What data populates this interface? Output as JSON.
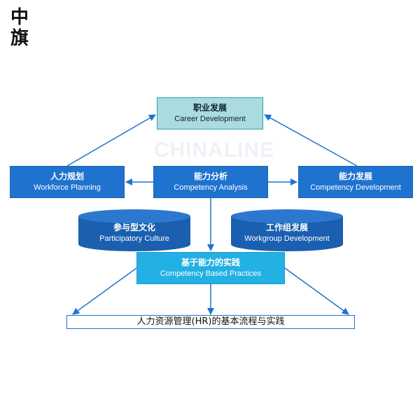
{
  "logo": {
    "char1": "中",
    "char2": "旗"
  },
  "watermark": {
    "text": "CHINALINE"
  },
  "nodes": {
    "career": {
      "zh": "职业发展",
      "en": "Career Development"
    },
    "workforce": {
      "zh": "人力规划",
      "en": "Workforce Planning"
    },
    "analysis": {
      "zh": "能力分析",
      "en": "Competency Analysis"
    },
    "competency_dev": {
      "zh": "能力发展",
      "en": "Competency Development"
    },
    "participatory": {
      "zh": "参与型文化",
      "en": "Participatory Culture"
    },
    "workgroup": {
      "zh": "工作组发展",
      "en": "Workgroup Development"
    },
    "practices": {
      "zh": "基于能力的实践",
      "en": "Competency Based Practices"
    }
  },
  "footer": {
    "text": "人力资源管理(HR)的基本流程与实践"
  },
  "colors": {
    "box_blue": "#1f73cf",
    "box_cyan": "#23b0e3",
    "box_teal": "#a9dbe0",
    "cylinder_dark": "#1a5fb0",
    "arrow": "#1f73cf"
  }
}
